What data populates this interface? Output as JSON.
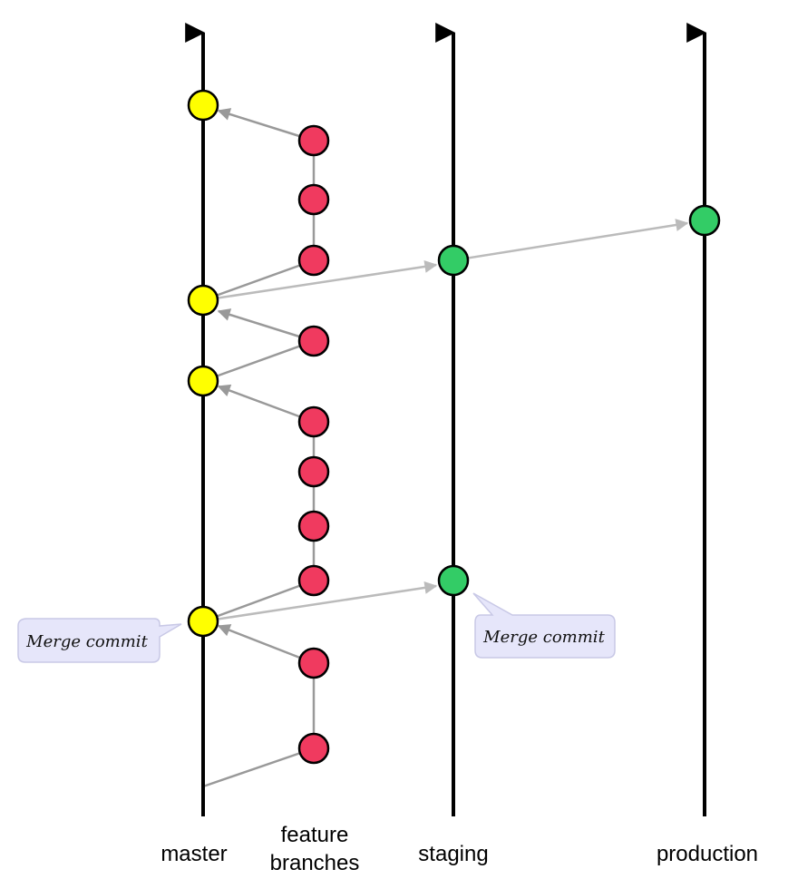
{
  "lanes": {
    "master": "master",
    "feature_line1": "feature",
    "feature_line2": "branches",
    "staging": "staging",
    "production": "production"
  },
  "callouts": {
    "master_merge": "Merge commit",
    "staging_merge": "Merge commit"
  },
  "colors": {
    "master_commit": "#ffff00",
    "feature_commit": "#f03a5f",
    "release_commit": "#33cc66",
    "branch_line": "#999999",
    "merge_arrow": "#bbbbbb",
    "callout_fill": "#e6e6fa",
    "callout_border": "#c8c8e6"
  }
}
